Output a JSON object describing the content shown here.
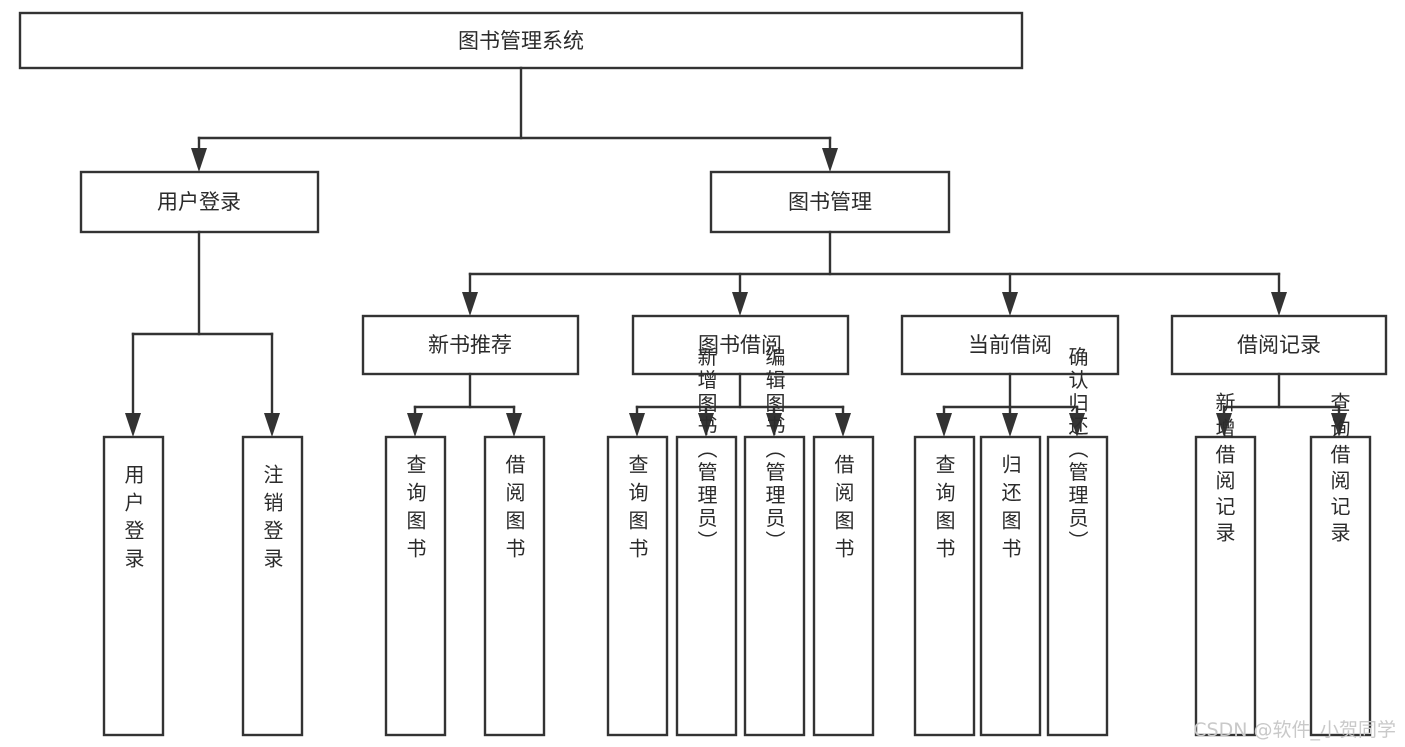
{
  "diagram": {
    "title_node": {
      "label": "图书管理系统"
    },
    "level1": [
      {
        "id": "user-login",
        "label": "用户登录"
      },
      {
        "id": "book-manage",
        "label": "图书管理"
      }
    ],
    "level2": [
      {
        "id": "new-book-recommend",
        "label": "新书推荐"
      },
      {
        "id": "book-borrow",
        "label": "图书借阅"
      },
      {
        "id": "current-borrow",
        "label": "当前借阅"
      },
      {
        "id": "borrow-record",
        "label": "借阅记录"
      }
    ],
    "leaves": [
      {
        "id": "leaf-user-login",
        "label": "用户登录",
        "parent": "user-login"
      },
      {
        "id": "leaf-logout-login",
        "label": "注销登录",
        "parent": "user-login"
      },
      {
        "id": "leaf-query-book-1",
        "label": "查询图书",
        "parent": "new-book-recommend"
      },
      {
        "id": "leaf-borrow-book-1",
        "label": "借阅图书",
        "parent": "new-book-recommend"
      },
      {
        "id": "leaf-query-book-2",
        "label": "查询图书",
        "parent": "book-borrow"
      },
      {
        "id": "leaf-add-book",
        "label": "新增图书（管理员）",
        "parent": "book-borrow"
      },
      {
        "id": "leaf-edit-book",
        "label": "编辑图书（管理员）",
        "parent": "book-borrow"
      },
      {
        "id": "leaf-borrow-book-2",
        "label": "借阅图书",
        "parent": "book-borrow"
      },
      {
        "id": "leaf-query-book-3",
        "label": "查询图书",
        "parent": "current-borrow"
      },
      {
        "id": "leaf-return-book",
        "label": "归还图书",
        "parent": "current-borrow"
      },
      {
        "id": "leaf-confirm-return",
        "label": "确认归还（管理员）",
        "parent": "current-borrow"
      },
      {
        "id": "leaf-add-record",
        "label": "新增借阅记录",
        "parent": "borrow-record"
      },
      {
        "id": "leaf-query-record",
        "label": "查询借阅记录",
        "parent": "borrow-record"
      }
    ]
  },
  "watermark": {
    "text": "CSDN @软件_小贺同学"
  },
  "colors": {
    "stroke": "#333333",
    "fill": "#ffffff",
    "text": "#2b2b2b",
    "watermark": "#c9c9c9"
  }
}
